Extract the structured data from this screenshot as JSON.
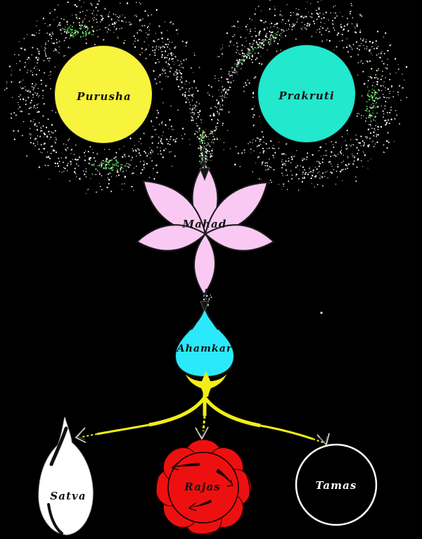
{
  "diagram": {
    "background": "#000000",
    "kind": "flow-diagram"
  },
  "nodes": {
    "purusha": {
      "label": "Purusha",
      "fill": "#f8f33c",
      "text_color": "#121212"
    },
    "prakruti": {
      "label": "Prakruti",
      "fill": "#22e8cd",
      "text_color": "#121212"
    },
    "mahad": {
      "label": "Mahad",
      "fill": "#f9c9f3",
      "text_color": "#121212"
    },
    "ahamkar": {
      "label": "Ahamkar",
      "fill": "#2ae9fb",
      "text_color": "#121212"
    },
    "satva": {
      "label": "Satva",
      "fill": "#ffffff",
      "text_color": "#121212"
    },
    "rajas": {
      "label": "Rajas",
      "fill": "#ee1010",
      "text_color": "#121212"
    },
    "tamas": {
      "label": "Tamas",
      "fill": "#000000",
      "outline": "#ffffff",
      "text_color": "#ffffff"
    }
  },
  "connectors": {
    "arrow_color": "#f2ee15",
    "stream_green": "#3fd63f",
    "dot_white": "#ffffff",
    "dot_gray": "#c9c9c9",
    "dot_pink": "#efc3e6",
    "dot_tan": "#e8d4a4",
    "dark_arrow": "#161616"
  },
  "icons": {
    "galaxy-spiral-icon": "dotted spiral of speckles",
    "lotus-icon": "six petal lotus flower",
    "drop-icon": "water drop",
    "flame-icon": "flame teardrop",
    "flower-icon": "eight petal flower with cycle arrows",
    "circle-icon": "outlined circle",
    "arrowhead-icon": "▼"
  }
}
